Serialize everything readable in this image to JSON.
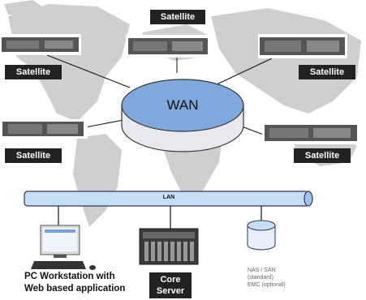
{
  "satellite_label": "Satellite",
  "wan_label": "WAN",
  "lan_label": "LAN",
  "pc": {
    "line1": "PC Workstation with",
    "line2": "Web based application"
  },
  "core": {
    "line1": "Core",
    "line2": "Server"
  },
  "nas": {
    "line1": "NAS / SAN",
    "line2": "(standard)",
    "line3": "EMC (optional)"
  },
  "colors": {
    "map": "#c8c8c8",
    "wan_top": "#7fa8dd",
    "lan_pipe": "#c5dff5",
    "label_bg": "#222222"
  }
}
